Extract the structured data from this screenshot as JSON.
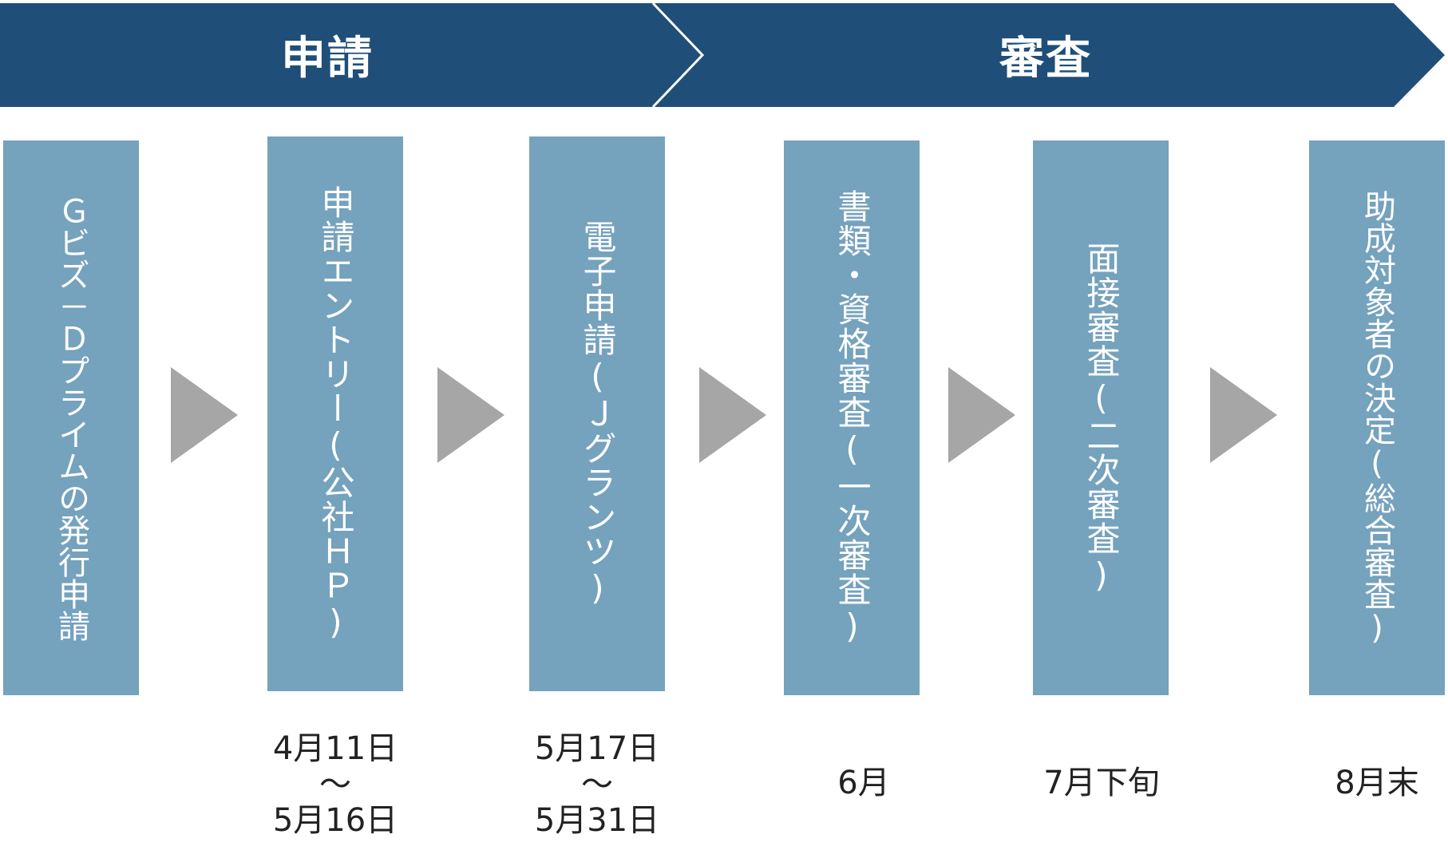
{
  "colors": {
    "banner": "#1f4e79",
    "step_box": "#75a2bd",
    "connector": "#a6a6a6",
    "text_light": "#ffffff",
    "text_dark": "#222222"
  },
  "phases": {
    "apply": "申請",
    "review": "審査"
  },
  "steps": [
    {
      "label": "Ｇビズ－Ｄプライムの発行申請",
      "date_start": "",
      "date_sep": "",
      "date_end": ""
    },
    {
      "label": "申請エントリー(公社ＨＰ)",
      "date_start": "4月11日",
      "date_sep": "～",
      "date_end": "5月16日"
    },
    {
      "label": "電子申請(Ｊグランツ)",
      "date_start": "5月17日",
      "date_sep": "～",
      "date_end": "5月31日"
    },
    {
      "label": "書類・資格審査(一次審査)",
      "date": "6月"
    },
    {
      "label": "面接審査(二次審査)",
      "date": "7月下旬"
    },
    {
      "label": "助成対象者の決定(総合審査)",
      "date": "8月末"
    }
  ],
  "connector_icon": "triangle-right-icon"
}
